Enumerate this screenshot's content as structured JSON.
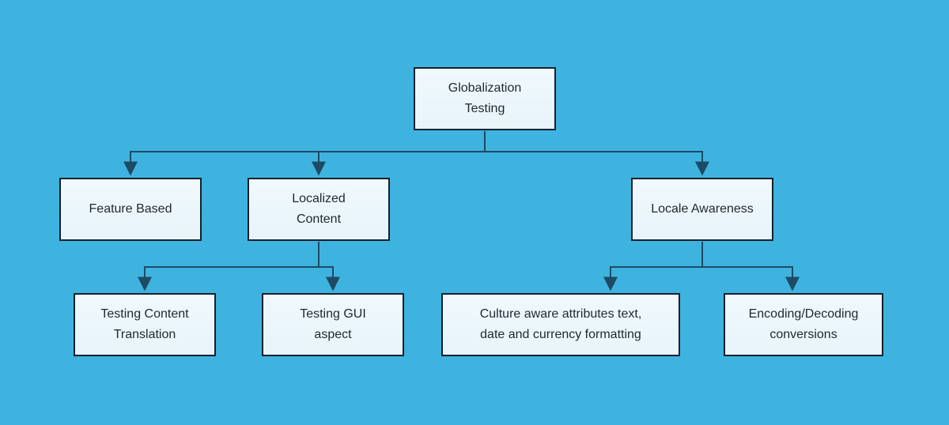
{
  "diagram": {
    "type": "flowchart-tree",
    "colors": {
      "background": "#3eb3e0",
      "node_fill": "#eaf6fb",
      "node_border": "#15202b",
      "connector": "#1d4b63",
      "text": "#1f2730"
    },
    "nodes": {
      "root": {
        "label": "Globalization Testing",
        "lines": [
          "Globalization",
          "Testing"
        ]
      },
      "feature": {
        "label": "Feature Based",
        "lines": [
          "Feature Based"
        ]
      },
      "localized": {
        "label": "Localized Content",
        "lines": [
          "Localized",
          "Content"
        ]
      },
      "locale": {
        "label": "Locale Awareness",
        "lines": [
          "Locale Awareness"
        ]
      },
      "tct": {
        "label": "Testing Content Translation",
        "lines": [
          "Testing Content",
          "Translation"
        ]
      },
      "tga": {
        "label": "Testing GUI aspect",
        "lines": [
          "Testing GUI",
          "aspect"
        ]
      },
      "culture": {
        "label": "Culture aware attributes text, date and currency formatting",
        "lines": [
          "Culture aware attributes text,",
          "date and currency formatting"
        ]
      },
      "encoding": {
        "label": "Encoding/Decoding conversions",
        "lines": [
          "Encoding/Decoding",
          "conversions"
        ]
      }
    },
    "edges": [
      {
        "from": "root",
        "to": "feature"
      },
      {
        "from": "root",
        "to": "localized"
      },
      {
        "from": "root",
        "to": "locale"
      },
      {
        "from": "localized",
        "to": "tct"
      },
      {
        "from": "localized",
        "to": "tga"
      },
      {
        "from": "locale",
        "to": "culture"
      },
      {
        "from": "locale",
        "to": "encoding"
      }
    ]
  }
}
